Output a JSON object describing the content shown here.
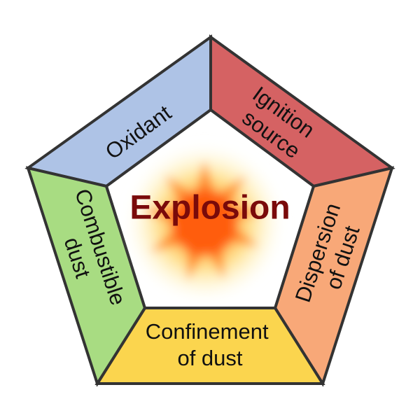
{
  "center": {
    "title": "Explosion"
  },
  "segments": [
    {
      "id": "oxidant",
      "lines": [
        "Oxidant"
      ],
      "color": "#aec3e6"
    },
    {
      "id": "ignition",
      "lines": [
        "Ignition",
        "source"
      ],
      "color": "#d56263"
    },
    {
      "id": "dispersion",
      "lines": [
        "Dispersion",
        "of dust"
      ],
      "color": "#f8a878"
    },
    {
      "id": "confinement",
      "lines": [
        "Confinement",
        "of dust"
      ],
      "color": "#fbd54e"
    },
    {
      "id": "combustible",
      "lines": [
        "Combustible",
        "dust"
      ],
      "color": "#a8dc82"
    }
  ]
}
